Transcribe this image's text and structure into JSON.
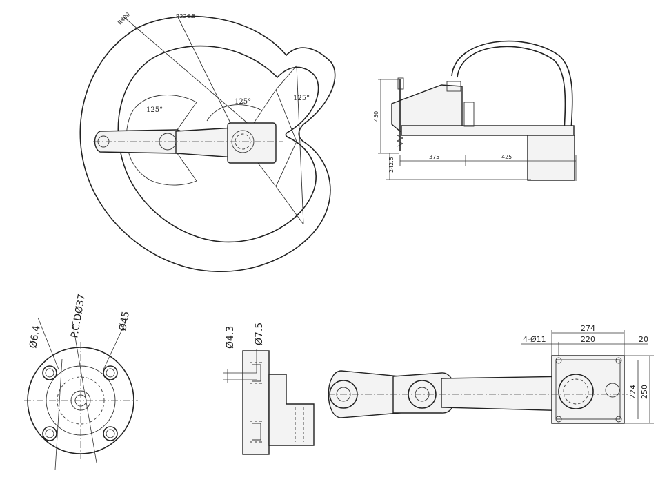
{
  "top_view": {
    "radius_label": "R800",
    "radius_small_label": "R226.5",
    "angle_left": "125°",
    "angle_mid": "125°",
    "angle_right": "125°"
  },
  "side_view": {
    "height_450": "450",
    "stroke_242": "242.5",
    "arm1_375": "375",
    "arm2_425": "425"
  },
  "flange_view": {
    "pcd_label": "P.C.DØ37",
    "outer_label": "Ø45",
    "hole_label": "Ø6.4"
  },
  "section_view": {
    "small_dia": "Ø4.3",
    "large_dia": "Ø7.5"
  },
  "base_view": {
    "dim_274": "274",
    "dim_220": "220",
    "dim_20": "20",
    "holes": "4-Ø11",
    "dim_224": "224",
    "dim_250": "250"
  }
}
